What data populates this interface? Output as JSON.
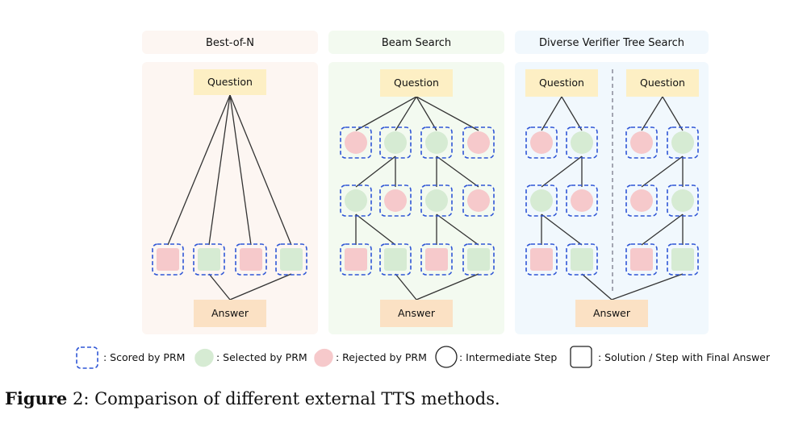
{
  "panels": [
    {
      "title": "Best-of-N",
      "question": "Question",
      "answer": "Answer"
    },
    {
      "title": "Beam Search",
      "question": "Question",
      "answer": "Answer"
    },
    {
      "title": "Diverse Verifier Tree Search",
      "questions": [
        "Question",
        "Question"
      ],
      "answer": "Answer"
    }
  ],
  "legend": {
    "scored": ": Scored by PRM",
    "selected": ": Selected by PRM",
    "rejected": ": Rejected by PRM",
    "intermediate": ": Intermediate Step",
    "solution": ": Solution / Step with Final Answer"
  },
  "caption": {
    "label": "Figure",
    "number": " 2",
    "text": ": Comparison of different external TTS methods."
  },
  "colors": {
    "scored_border": "#2f56d6",
    "selected_fill": "#d6ebd3",
    "rejected_fill": "#f6c9cb",
    "question_fill": "#fdefc4",
    "answer_fill": "#fbe1c4",
    "panel1_bg": "#fdf6f2",
    "panel2_bg": "#f3faf0",
    "panel3_bg": "#f1f8fd"
  }
}
